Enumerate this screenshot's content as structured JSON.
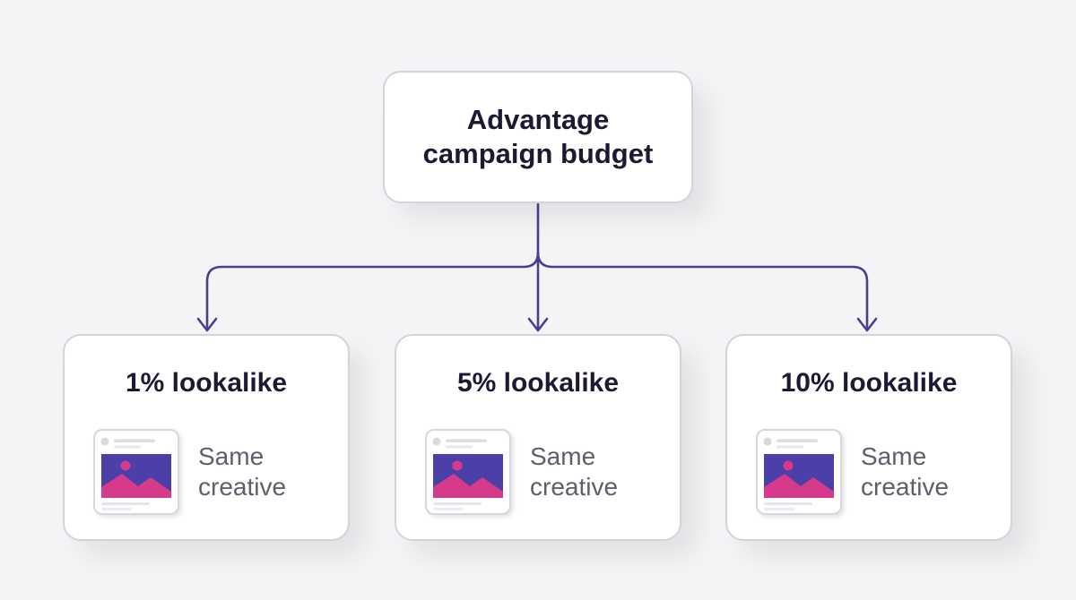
{
  "colors": {
    "background": "#f4f4f6",
    "connector": "#4a3f8f",
    "box_border": "#d3d3da",
    "title_text": "#1b1a33",
    "secondary_text": "#5f5f6b",
    "image_sky": "#4b3fa8",
    "image_mountain": "#d63a8a"
  },
  "root": {
    "title": "Advantage campaign budget"
  },
  "children": [
    {
      "title": "1% lookalike",
      "creative_label": "Same creative",
      "icon": "ad-creative-icon"
    },
    {
      "title": "5% lookalike",
      "creative_label": "Same creative",
      "icon": "ad-creative-icon"
    },
    {
      "title": "10% lookalike",
      "creative_label": "Same creative",
      "icon": "ad-creative-icon"
    }
  ]
}
